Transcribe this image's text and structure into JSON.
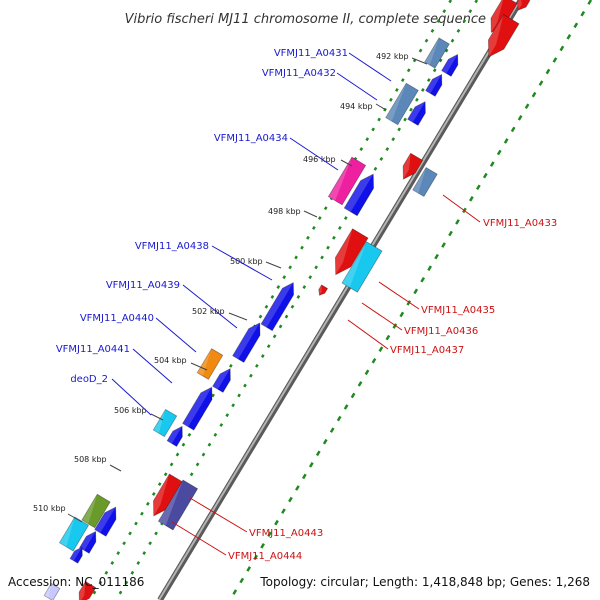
{
  "title": "Vibrio fischeri MJ11 chromosome II, complete sequence",
  "accession": "Accession: NC_011186",
  "topology": "Topology: circular; Length: 1,418,848 bp; Genes: 1,268",
  "colors": {
    "backbone": "#808080",
    "tick": "#1f8a1f",
    "forward_line": "#1a1ad0",
    "reverse_line": "#cc1111"
  },
  "kbp_labels": [
    "492 kbp",
    "494 kbp",
    "496 kbp",
    "498 kbp",
    "500 kbp",
    "502 kbp",
    "504 kbp",
    "506 kbp",
    "508 kbp",
    "510 kbp"
  ],
  "forward_labels": [
    "VFMJ11_A0431",
    "VFMJ11_A0432",
    "VFMJ11_A0434",
    "VFMJ11_A0438",
    "VFMJ11_A0439",
    "VFMJ11_A0440",
    "VFMJ11_A0441",
    "deoD_2"
  ],
  "reverse_labels": [
    "VFMJ11_A0433",
    "VFMJ11_A0435",
    "VFMJ11_A0436",
    "VFMJ11_A0437",
    "VFMJ11_A0443",
    "VFMJ11_A0444"
  ]
}
